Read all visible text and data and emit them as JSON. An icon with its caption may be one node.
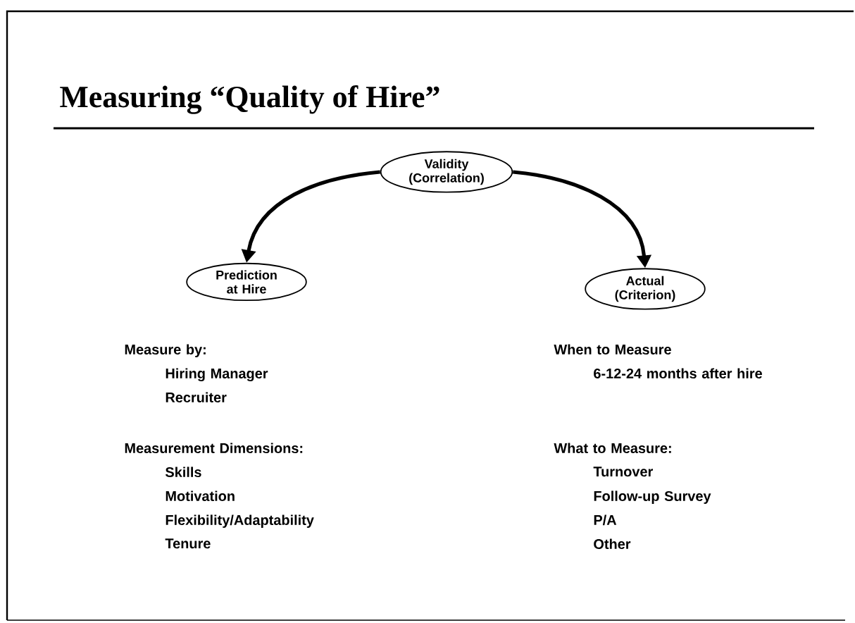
{
  "diagram": {
    "title": "Measuring “Quality of Hire”",
    "nodes": [
      {
        "text": [
          "Validity (Correlation)"
        ]
      },
      {
        "text": [
          "Prediction at Hire"
        ]
      },
      {
        "text": [
          "Actual (Criterion)"
        ]
      }
    ],
    "edges": [
      {
        "from": 0,
        "to": 1,
        "arrow": "to"
      },
      {
        "from": 0,
        "to": 2,
        "arrow": "to"
      }
    ],
    "labels": [
      "Measure by:",
      "Hiring Manager",
      "Recruiter",
      "Measurement Dimensions:",
      "Skills",
      "Motivation",
      "Flexibility/Adaptability",
      "Tenure",
      "When to Measure",
      "6-12-24 months after hire",
      "What to Measure:",
      "Turnover",
      "Follow-up Survey",
      "P/A",
      "Other"
    ]
  }
}
